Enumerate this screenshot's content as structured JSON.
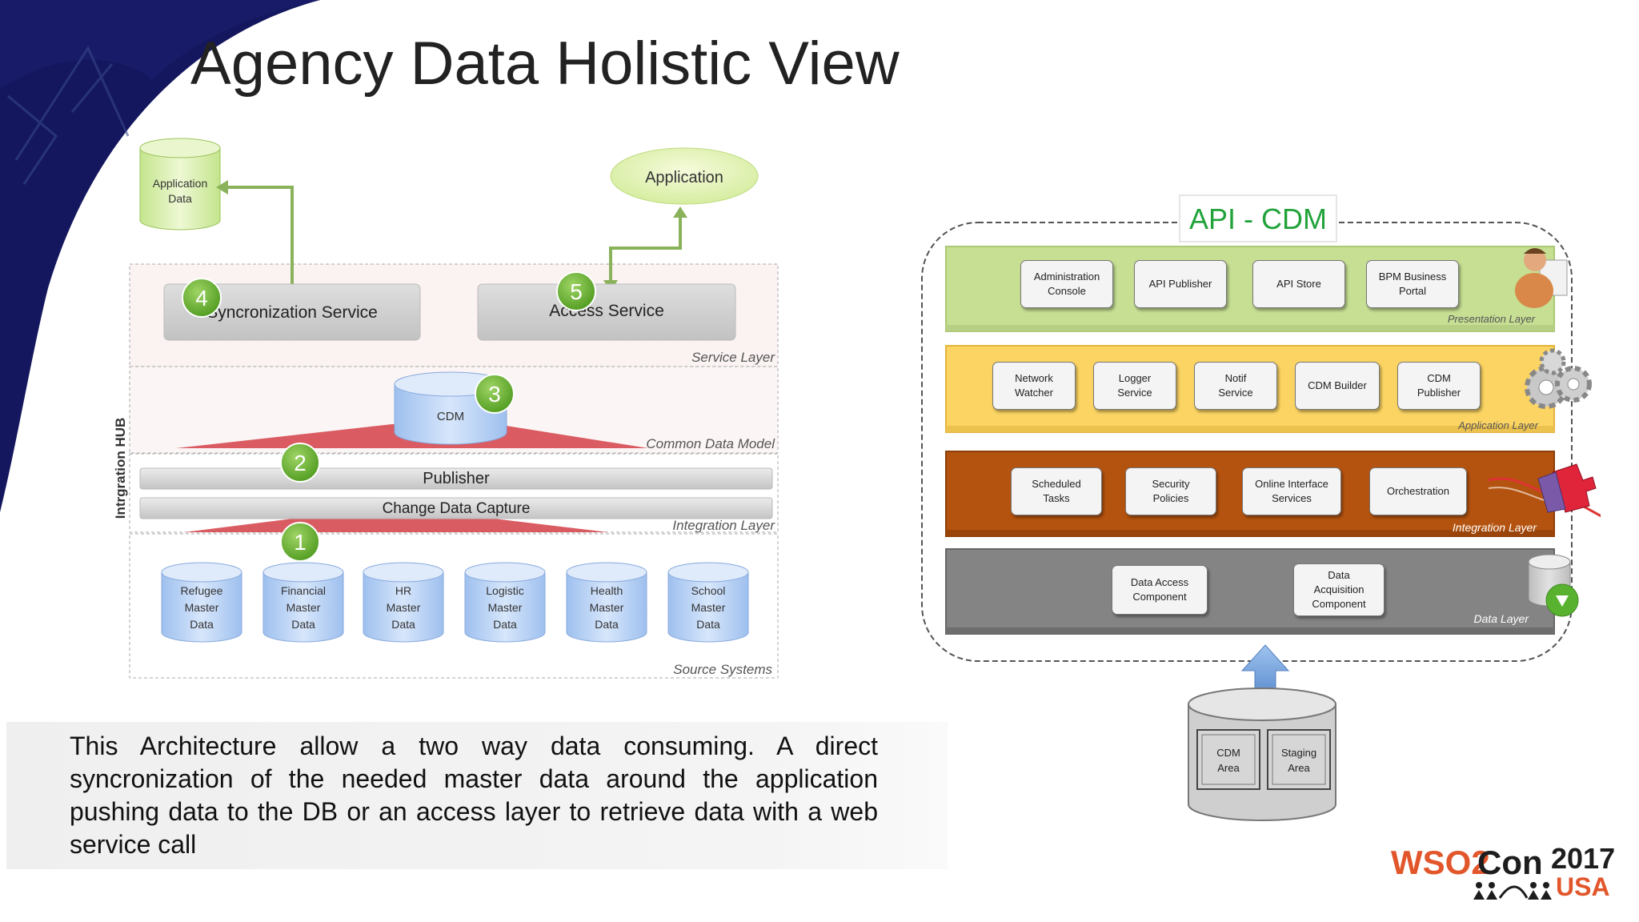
{
  "slide": {
    "title": "Agency Data Holistic View",
    "description": "This Architecture allow  a two way data consuming. A direct syncronization of the needed master data around the application pushing data to the DB or an access layer to retrieve data with a web service call"
  },
  "left_diagram": {
    "side_label": "Intrgration HUB",
    "application_data_label": [
      "Application",
      "Data"
    ],
    "application_label": "Application",
    "sync_service_label": "Syncronization Service",
    "access_service_label": "Access Service",
    "service_layer_label": "Service Layer",
    "cdm_label": "CDM",
    "cdm_layer_label": "Common Data Model",
    "publisher_label": "Publisher",
    "cdc_label": "Change Data Capture",
    "integration_layer_label": "Integration Layer",
    "source_systems_label": "Source Systems",
    "steps": [
      "1",
      "2",
      "3",
      "4",
      "5"
    ],
    "sources": [
      [
        "Refugee",
        "Master",
        "Data"
      ],
      [
        "Financial",
        "Master",
        "Data"
      ],
      [
        "HR",
        "Master",
        "Data"
      ],
      [
        "Logistic",
        "Master",
        "Data"
      ],
      [
        "Health",
        "Master",
        "Data"
      ],
      [
        "School",
        "Master",
        "Data"
      ]
    ]
  },
  "right_diagram": {
    "title": "API - CDM",
    "presentation_layer": {
      "label": "Presentation Layer",
      "items": [
        [
          "Administration",
          "Console"
        ],
        [
          "API Publisher"
        ],
        [
          "API Store"
        ],
        [
          "BPM Business",
          "Portal"
        ]
      ]
    },
    "application_layer": {
      "label": "Application Layer",
      "items": [
        [
          "Network",
          "Watcher"
        ],
        [
          "Logger",
          "Service"
        ],
        [
          "Notif",
          "Service"
        ],
        [
          "CDM Builder"
        ],
        [
          "CDM",
          "Publisher"
        ]
      ]
    },
    "integration_layer": {
      "label": "Integration Layer",
      "items": [
        [
          "Scheduled",
          "Tasks"
        ],
        [
          "Security",
          "Policies"
        ],
        [
          "Online Interface",
          "Services"
        ],
        [
          "Orchestration"
        ]
      ]
    },
    "data_layer": {
      "label": "Data Layer",
      "items": [
        [
          "Data Access",
          "Component"
        ],
        [
          "Data",
          "Acquisition",
          "Component"
        ]
      ]
    },
    "db_areas": [
      [
        "CDM",
        "Area"
      ],
      [
        "Staging",
        "Area"
      ]
    ]
  },
  "logo": {
    "wso2": "WSO2",
    "con": "Con",
    "year": "2017",
    "usa": "USA"
  },
  "colors": {
    "navy": "#14175e",
    "presentation": "#c6df93",
    "application": "#fbd463",
    "integration": "#b4530f",
    "data": "#848484",
    "step_green": "#6fb234",
    "api_title": "#21a33a",
    "cylinder_blue": "#b7d0f2",
    "arrow_red": "#c9323b",
    "logo_orange": "#e2562b"
  },
  "icons": [
    "person-at-computer-icon",
    "gears-icon",
    "puzzle-plug-icon",
    "database-download-icon"
  ]
}
